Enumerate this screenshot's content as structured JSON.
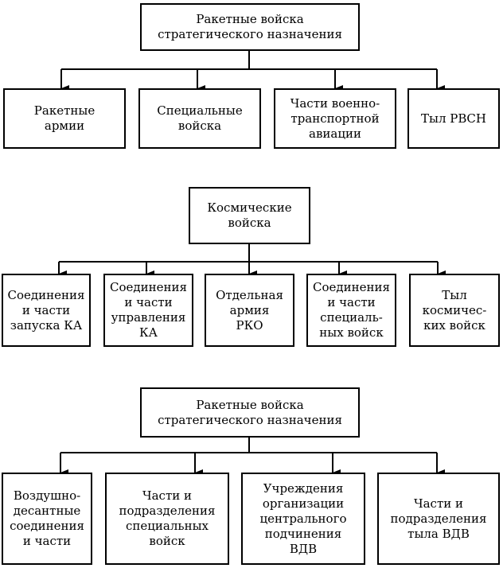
{
  "diagrams": [
    {
      "root": "Ракетные войска\nстратегического назначения",
      "children": [
        "Ракетные\nармии",
        "Специальные\nвойска",
        "Части военно-\nтранспортной\nавиации",
        "Тыл РВСН"
      ]
    },
    {
      "root": "Космические\nвойска",
      "children": [
        "Соединения\nи части\nзапуска КА",
        "Соединения\nи части\nуправления\nКА",
        "Отдельная\nармия\nРКО",
        "Соединения\nи части\nспециаль-\nных войск",
        "Тыл\nкосмичес-\nких войск"
      ]
    },
    {
      "root": "Ракетные войска\nстратегического назначения",
      "children": [
        "Воздушно-\nдесантные\nсоединения\nи части",
        "Части и\nподразделения\nспециальных\nвойск",
        "Учреждения\nорганизации\nцентрального\nподчинения\nВДВ",
        "Части и\nподразделения\nтыла ВДВ"
      ]
    }
  ]
}
